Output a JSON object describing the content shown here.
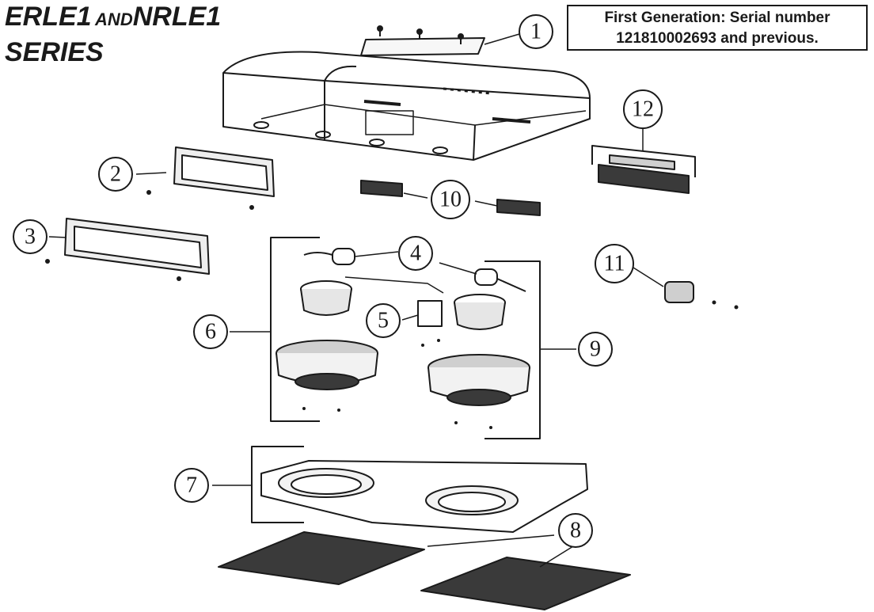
{
  "title": {
    "line1_a": "ERLE1",
    "line1_b": "AND",
    "line1_c": "NRLE1",
    "line2": "SERIES"
  },
  "note": {
    "line1": "First Generation: Serial number",
    "line2": "121810002693 and previous."
  },
  "callouts": [
    "1",
    "2",
    "3",
    "4",
    "5",
    "6",
    "7",
    "8",
    "9",
    "10",
    "11",
    "12"
  ],
  "colors": {
    "ink": "#1a1a1a",
    "fill_light": "#f2f2f2",
    "fill_mid": "#cfcfcf",
    "fill_dark": "#3a3a3a"
  }
}
